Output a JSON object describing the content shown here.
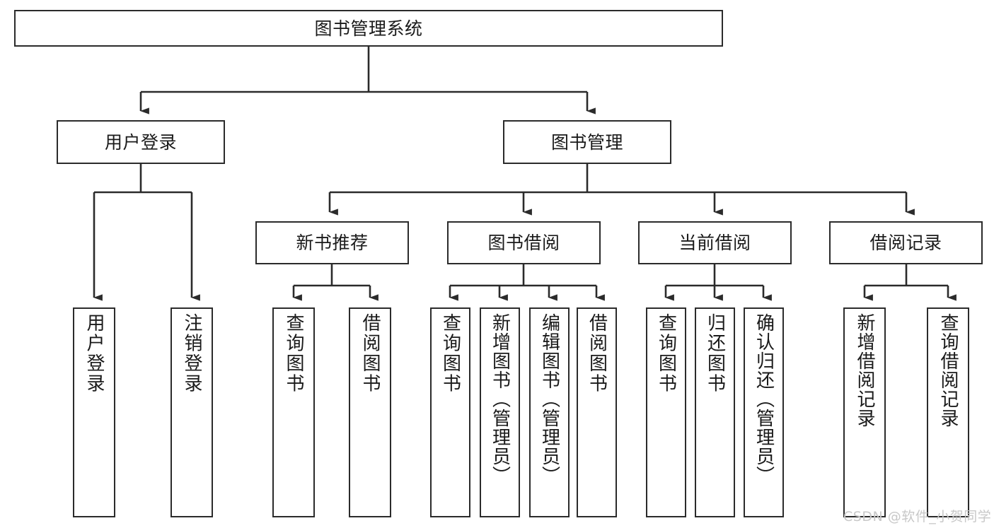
{
  "diagram": {
    "type": "tree-flowchart",
    "title": "图书管理系统",
    "levels": {
      "root": {
        "label": "图书管理系统"
      },
      "level2": [
        {
          "id": "user-login",
          "label": "用户登录"
        },
        {
          "id": "book-manage",
          "label": "图书管理"
        }
      ],
      "level3": [
        {
          "id": "new-book-rec",
          "label": "新书推荐"
        },
        {
          "id": "book-borrow",
          "label": "图书借阅"
        },
        {
          "id": "current-borrow",
          "label": "当前借阅"
        },
        {
          "id": "borrow-record",
          "label": "借阅记录"
        }
      ],
      "leaves": [
        {
          "id": "leaf-user-login",
          "label": "用户登录",
          "parent": "user-login"
        },
        {
          "id": "leaf-logout",
          "label": "注销登录",
          "parent": "user-login"
        },
        {
          "id": "leaf-query-book-1",
          "label": "查询图书",
          "parent": "new-book-rec"
        },
        {
          "id": "leaf-borrow-book-1",
          "label": "借阅图书",
          "parent": "new-book-rec"
        },
        {
          "id": "leaf-query-book-2",
          "label": "查询图书",
          "parent": "book-borrow"
        },
        {
          "id": "leaf-add-book",
          "label": "新增图书（管理员）",
          "parent": "book-borrow"
        },
        {
          "id": "leaf-edit-book",
          "label": "编辑图书（管理员）",
          "parent": "book-borrow"
        },
        {
          "id": "leaf-borrow-book-2",
          "label": "借阅图书",
          "parent": "book-borrow"
        },
        {
          "id": "leaf-query-book-3",
          "label": "查询图书",
          "parent": "current-borrow"
        },
        {
          "id": "leaf-return-book",
          "label": "归还图书",
          "parent": "current-borrow"
        },
        {
          "id": "leaf-confirm-return",
          "label": "确认归还（管理员）",
          "parent": "current-borrow"
        },
        {
          "id": "leaf-add-record",
          "label": "新增借阅记录",
          "parent": "borrow-record"
        },
        {
          "id": "leaf-query-record",
          "label": "查询借阅记录",
          "parent": "borrow-record"
        }
      ]
    },
    "colors": {
      "stroke": "#2b2b2b",
      "fill": "#ffffff",
      "text": "#1a1a1a",
      "watermark": "#c8c8c8"
    }
  },
  "watermark": {
    "text": "CSDN @软件_小贺同学"
  }
}
